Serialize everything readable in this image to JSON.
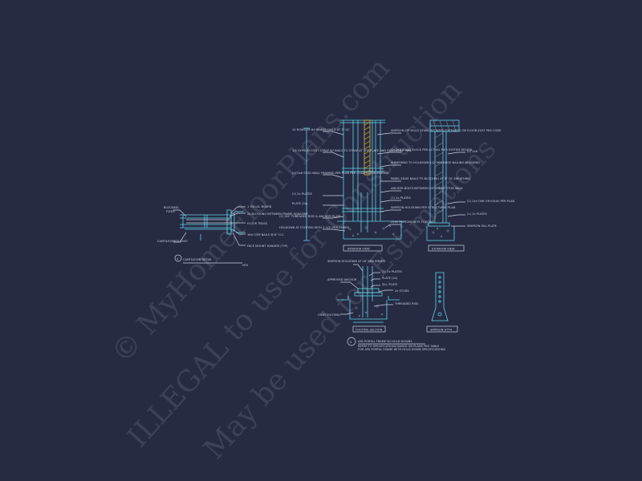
{
  "colors": {
    "background": "#262a43",
    "line_cyan": "#5fd4e6",
    "line_white": "#c9d3e0",
    "hatch_yellow": "#e0b83a"
  },
  "watermarks": {
    "line1": "© MyHomeFloorPlans.com",
    "line2": "ILLEGAL to use for Construction",
    "line3": "May be used for Estimations"
  },
  "cantilever": {
    "title": "CANTILEVER DETAIL",
    "number": "4",
    "scale": "NTS",
    "labels": {
      "blocking": "BLOCKING",
      "fixed": "FIXED",
      "rim_board": "1 3/4 LVL BOARD",
      "blocking_adjacent": "2x BLOCKING BETWEEN FRAME ADJACENT",
      "floor_truss": "FLOOR TRUSS",
      "nails": "16d COM NAILS @ 6\" O.C.",
      "face_mount_hanger": "FACE MOUNT HANGER (TYP)",
      "cantilevered_joist": "CANTILEVERED JOIST"
    }
  },
  "interior_view": {
    "title": "INTERIOR VIEW",
    "left_labels": [
      "10 ROWS OF 8d SINKER NAILS AT 3\" OC",
      "1/2 GYPSUM CONT STRAP W/ NAILS TO STRAP AT TOP PLATE AND EXTEND 48\" MIN.",
      "(2) 2x6 STUD WALL FRAMING PER PLAN PER CODE REQUIREMENTS",
      "(2) 2x PLATES",
      "PLATE (2x)",
      "(2) 3/4\" THREADED ROD & ANCHOR PLATE",
      "HOLDOWN AT FOOTING WITH 2 1/2\" MIN EMBED"
    ],
    "right_labels": [
      "SIMPSON LTP HOLD DOWN BETWEEN EXTENDED OR FLOOR JOIST PER CODE",
      "(2) 2x8 SOLID BLOCK PER ACTUAL PIER SYSTEM DESIGN",
      "SHEATHING TO HOLDOWN 1/2\" MIN EDGE NAILING BLOCKING",
      "PANEL EDGE NAILS TO BLOCKING AT 3\" OC SHEATHING",
      "ANCHOR BOLTS BETWEEN EXTENDED STUD WALL",
      "(1) 2x PLATES",
      "SIMPSON HOLDOWN PER STRUCTURAL PLAN",
      "2500 PSI CONCRETE FOOTING"
    ]
  },
  "exterior_view": {
    "title": "EXTERIOR VIEW",
    "right_labels": [
      "(2) 2x8",
      "(2) 2x4 OSB OR EQUIV PER PLAN",
      "(1) 2x PLATES",
      "SIMPSON SILL PLATE"
    ]
  },
  "footing_section": {
    "title": "FOOTING SECTION",
    "labels": [
      "SIMPSON HOLDOWN AT 18\" MIN EMBED",
      "(2) 2x PLATES",
      "PLATE (2x)",
      "APPROVED ANCHOR",
      "SILL PLATE",
      "THREADED ROD",
      "2x STUDS",
      "CONT FOOTING"
    ]
  },
  "simpson": {
    "title": "SIMPSON HTT4"
  },
  "portal_frame": {
    "number": "5",
    "title": "APA PORTAL FRAME W/ HOLD DOWNS",
    "note1": "REFER TO SPECIFICATIONS BASED ON PLANS PER TABLE",
    "note2": "FOR APA PORTAL FRAME WITH HOLD DOWN SPECIFICATIONS"
  }
}
